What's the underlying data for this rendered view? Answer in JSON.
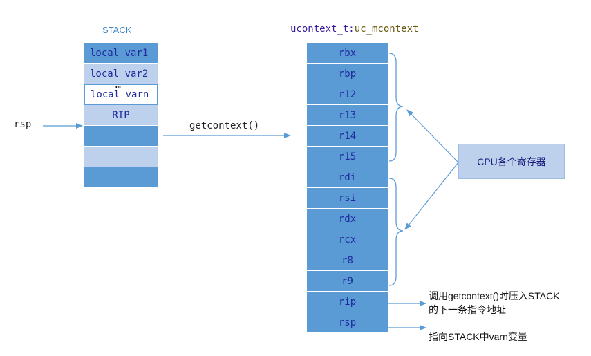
{
  "stack": {
    "title": "STACK",
    "cells": [
      {
        "label": "local var1",
        "style": "dark"
      },
      {
        "label": "local var2",
        "style": "light"
      },
      {
        "label": "local varn",
        "style": "white",
        "dots": "…"
      },
      {
        "label": "RIP",
        "style": "light"
      },
      {
        "label": "",
        "style": "dark"
      },
      {
        "label": "",
        "style": "light"
      },
      {
        "label": "",
        "style": "dark"
      }
    ]
  },
  "context": {
    "title_type": "ucontext_t:",
    "title_member": "uc_mcontext",
    "registers": [
      "rbx",
      "rbp",
      "r12",
      "r13",
      "r14",
      "r15",
      "rdi",
      "rsi",
      "rdx",
      "rcx",
      "r8",
      "r9",
      "rip",
      "rsp"
    ]
  },
  "labels": {
    "rsp": "rsp",
    "call": "getcontext()",
    "cpu_box": "CPU各个寄存器",
    "rip_note_line1": "调用getcontext()时压入STACK",
    "rip_note_line2": "的下一条指令地址",
    "rsp_note": "指向STACK中varn变量"
  },
  "colors": {
    "cell_dark": "#5b9bd5",
    "cell_light": "#bdd1ec",
    "arrow": "#5b9bd5",
    "text_blue": "#1f2a9e"
  }
}
